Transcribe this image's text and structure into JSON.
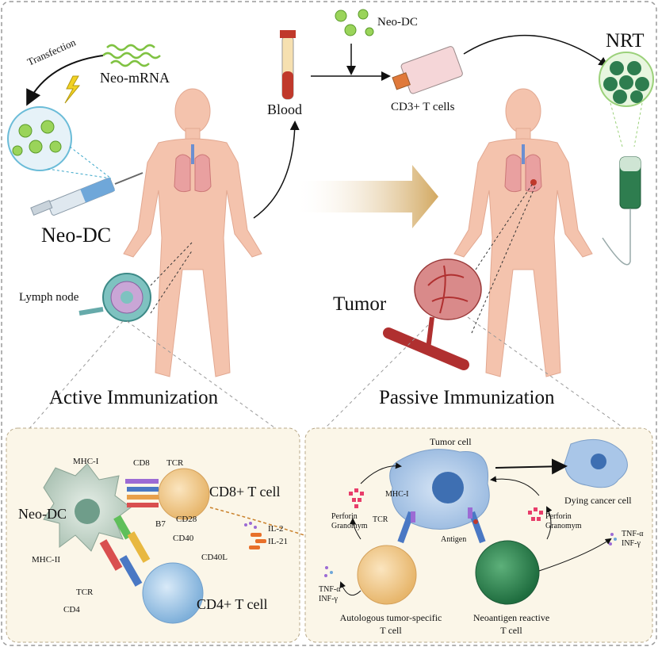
{
  "top": {
    "transfection": "Transfection",
    "neo_mrna": "Neo-mRNA",
    "neo_dc_small": "Neo-DC",
    "blood": "Blood",
    "cd3_t_cells": "CD3+ T cells",
    "nrt": "NRT",
    "neo_dc_large": "Neo-DC",
    "lymph_node": "Lymph node",
    "tumor": "Tumor",
    "active_immunization": "Active Immunization",
    "passive_immunization": "Passive Immunization"
  },
  "left_panel": {
    "mhc_i": "MHC-I",
    "cd8": "CD8",
    "tcr_top": "TCR",
    "cd8_t_cell": "CD8+ T cell",
    "neo_dc": "Neo-DC",
    "b7": "B7",
    "cd28": "CD28",
    "cd40": "CD40",
    "mhc_ii": "MHC-II",
    "cd40l": "CD40L",
    "il2": "IL-2",
    "il21": "IL-21",
    "tcr_bottom": "TCR",
    "cd4": "CD4",
    "cd4_t_cell": "CD4+ T cell"
  },
  "right_panel": {
    "tumor_cell": "Tumor cell",
    "dying_cancer_cell": "Dying cancer cell",
    "perforin_left": "Perforin",
    "granzyme_left": "Granomym",
    "mhc_i": "MHC-I",
    "tcr": "TCR",
    "antigen": "Antigen",
    "perforin_right": "Perforin",
    "granzyme_right": "Granomym",
    "tnf_right": "TNF-α",
    "inf_right": "INF-γ",
    "tnf_left": "TNF-α",
    "inf_left": "INF-γ",
    "autologous_line1": "Autologous tumor-specific",
    "autologous_line2": "T cell",
    "neoantigen_line1": "Neoantigen reactive",
    "neoantigen_line2": "T cell"
  },
  "colors": {
    "body": "#f6c8b4",
    "dc_green": "#8fd14f",
    "tumor_blue": "#a9c6e8",
    "cd8_orange": "#f2d29a",
    "cd4_blue": "#a9cbe9",
    "nrt_green": "#2e7d4f",
    "blood_red": "#c0392b",
    "panel_bg": "#fbf6e8",
    "arrow_gold": "#d9b77a"
  }
}
